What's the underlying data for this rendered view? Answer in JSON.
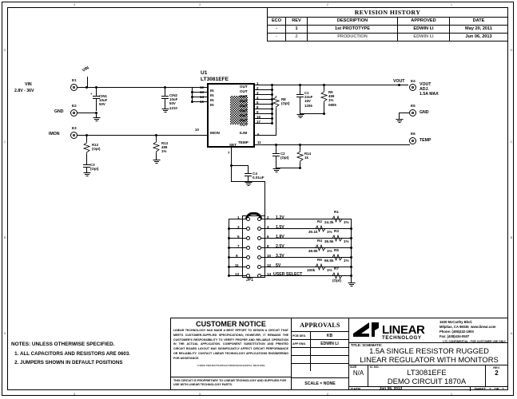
{
  "revision_history": {
    "title": "REVISION HISTORY",
    "columns": [
      "ECO",
      "REV",
      "DESCRIPTION",
      "APPROVED",
      "DATE"
    ],
    "rows": [
      {
        "eco": "-",
        "rev": "1",
        "description": "1st PROTOTYPE",
        "approved": "EDWIN LI",
        "date": "May 20, 2011"
      },
      {
        "eco": "-",
        "rev": "2",
        "description": "PRODUCTION",
        "approved": "EDWIN LI",
        "date": "Jun 06, 2013"
      }
    ]
  },
  "zones": {
    "top": [
      "4",
      "3",
      "2",
      "1"
    ],
    "bottom": [
      "4",
      "3",
      "2",
      "1"
    ],
    "side": [
      "D",
      "C",
      "B",
      "A"
    ]
  },
  "schematic": {
    "ic": {
      "ref": "U1",
      "part": "LT3081EFE",
      "in_pins": [
        "12",
        "13",
        "14",
        "15"
      ],
      "in_label": "IN",
      "out_pins": [
        "1",
        "2",
        "3",
        "4",
        "5",
        "8",
        "9",
        "16",
        "17"
      ],
      "out_label": "OUT",
      "imon_pin": "10",
      "imon_label": "IMON",
      "ilim_pin": "6",
      "ilim_label": "ILIM",
      "temp_pin": "11",
      "temp_label": "TEMP",
      "set_pin": "7",
      "set_label": "SET"
    },
    "inputs": {
      "vin_label": "VIN",
      "vin_range": "2.8V - 36V",
      "vin_net": "VIN",
      "gnd_label": "GND",
      "imon_label": "IMON"
    },
    "outputs": {
      "vout_net": "VOUT",
      "vout_label": "VOUT\nADJ.\n1.5A MAX",
      "gnd_label": "GND",
      "temp_label": "TEMP"
    },
    "turrets": [
      {
        "ref": "E1",
        "name": "vin-turret"
      },
      {
        "ref": "E2",
        "name": "gnd-turret"
      },
      {
        "ref": "E3",
        "name": "imon-turret"
      },
      {
        "ref": "E4",
        "name": "vout-turret"
      },
      {
        "ref": "E5",
        "name": "gnd-out-turret"
      },
      {
        "ref": "E6",
        "name": "temp-turret"
      }
    ],
    "components": [
      {
        "ref": "CIN1",
        "value": "10uF",
        "rating": "50V",
        "pkg": ""
      },
      {
        "ref": "CIN2",
        "value": "10uF",
        "rating": "50V",
        "pkg": "1210"
      },
      {
        "ref": "C1",
        "value": "22uF",
        "rating": "16V",
        "pkg": "1206"
      },
      {
        "ref": "C2",
        "value": "(Opt)",
        "rating": "",
        "pkg": ""
      },
      {
        "ref": "C3",
        "value": "(Opt)",
        "rating": "",
        "pkg": ""
      },
      {
        "ref": "C4",
        "value": "0.01uF",
        "rating": "",
        "pkg": ""
      },
      {
        "ref": "R8",
        "value": "(Opt)",
        "rating": "",
        "pkg": ""
      },
      {
        "ref": "R9",
        "value": "499",
        "rating": "1%",
        "pkg": "0805"
      },
      {
        "ref": "R12",
        "value": "(Opt)",
        "rating": "",
        "pkg": ""
      },
      {
        "ref": "R13",
        "value": "499",
        "rating": "1%",
        "pkg": ""
      },
      {
        "ref": "R14",
        "value": "1k",
        "rating": "",
        "pkg": ""
      }
    ],
    "jumper": {
      "ref": "JP1",
      "pins_left": [
        "1",
        "3",
        "5",
        "7",
        "9",
        "11",
        "13"
      ],
      "pins_right": [
        "2",
        "4",
        "6",
        "8",
        "10",
        "12",
        "14"
      ],
      "options": [
        {
          "voltage": "1.2V",
          "res_ref": "R1",
          "res_val": "24.3k",
          "res_tol": "1%"
        },
        {
          "voltage": "1.5V",
          "res_ref": "R2",
          "res_val": "30.1k",
          "res_tol": "1%"
        },
        {
          "voltage": "1.8V",
          "res_ref": "R3",
          "res_val": "36.5k",
          "res_tol": "1%"
        },
        {
          "voltage": "2.5V",
          "res_ref": "R4",
          "res_val": "49.9k",
          "res_tol": "1%"
        },
        {
          "voltage": "3.3V",
          "res_ref": "R5",
          "res_val": "66.5k",
          "res_tol": "1%"
        },
        {
          "voltage": "5V",
          "res_ref": "R6",
          "res_val": "100k",
          "res_tol": "1%"
        },
        {
          "voltage": "USER SELECT",
          "res_ref": "R7",
          "res_val": "(Opt)",
          "res_tol": ""
        }
      ]
    }
  },
  "notes": {
    "heading": "NOTES: UNLESS OTHERWISE SPECIFIED.",
    "items": [
      "ALL CAPACITORS AND RESISTORS ARE 0603.",
      "JUMPERS SHOWN IN DEFAULT POSITIONS"
    ]
  },
  "title_block": {
    "customer_notice": {
      "heading": "CUSTOMER NOTICE",
      "body": "LINEAR TECHNOLOGY HAS MADE A BEST EFFORT TO DESIGN A CIRCUIT THAT MEETS CUSTOMER-SUPPLIED SPECIFICATIONS; HOWEVER, IT REMAINS THE CUSTOMER'S RESPONSIBILITY TO VERIFY PROPER AND RELIABLE OPERATION IN THE ACTUAL APPLICATION.  COMPONENT SUBSTITUTION AND PRINTED CIRCUIT BOARD LAYOUT MAY SIGNIFICANTLY AFFECT CIRCUIT PERFORMANCE OR RELIABILITY.  CONTACT LINEAR TECHNOLOGY APPLICATIONS ENGINEERING FOR ASSISTANCE.",
      "path": "C:\\MOS PROJECTS\\1870A\\LT3081FEE\\SCH\\1870A_REV2.DSN",
      "proprietary": "THIS CIRCUIT IS PROPRIETARY TO LINEAR TECHNOLOGY AND SUPPLIED FOR USE WITH LINEAR TECHNOLOGY PARTS."
    },
    "approvals": {
      "heading": "APPROVALS",
      "rows": [
        {
          "key": "PCB DES.",
          "value": "KB"
        },
        {
          "key": "APP ENG.",
          "value": "EDWIN LI"
        },
        {
          "key": "",
          "value": ""
        },
        {
          "key": "",
          "value": ""
        },
        {
          "key": "",
          "value": ""
        }
      ],
      "scale": "SCALE = NONE"
    },
    "company": {
      "name": "LINEAR",
      "sub": "TECHNOLOGY",
      "address1": "1630 McCarthy Blvd.",
      "address2": "Milpitas, CA 95035",
      "website": "www.linear.com",
      "phone": "Phone: (408)432-1900",
      "fax": "Fax: (408)434-0507",
      "confidential": "LTC CONFIDENTIAL - FOR CUSTOMER USE ONLY"
    },
    "title": {
      "key": "TITLE: SCHEMATIC",
      "line1": "1.5A SINGLE RESISTOR RUGGED",
      "line2": "LINEAR REGULATOR WITH MONITORS"
    },
    "size": {
      "key": "SIZE",
      "value": "N/A"
    },
    "ic_no": {
      "key": "IC NO.",
      "line1": "LT3081EFE",
      "line2": "DEMO CIRCUIT 1870A"
    },
    "rev": {
      "key": "REV.",
      "value": "2"
    },
    "date": {
      "key": "DATE:",
      "value": "Jun 06, 2013"
    },
    "sheet": {
      "key": "SHEET",
      "num": "1",
      "of": "OF",
      "total": "1"
    }
  }
}
